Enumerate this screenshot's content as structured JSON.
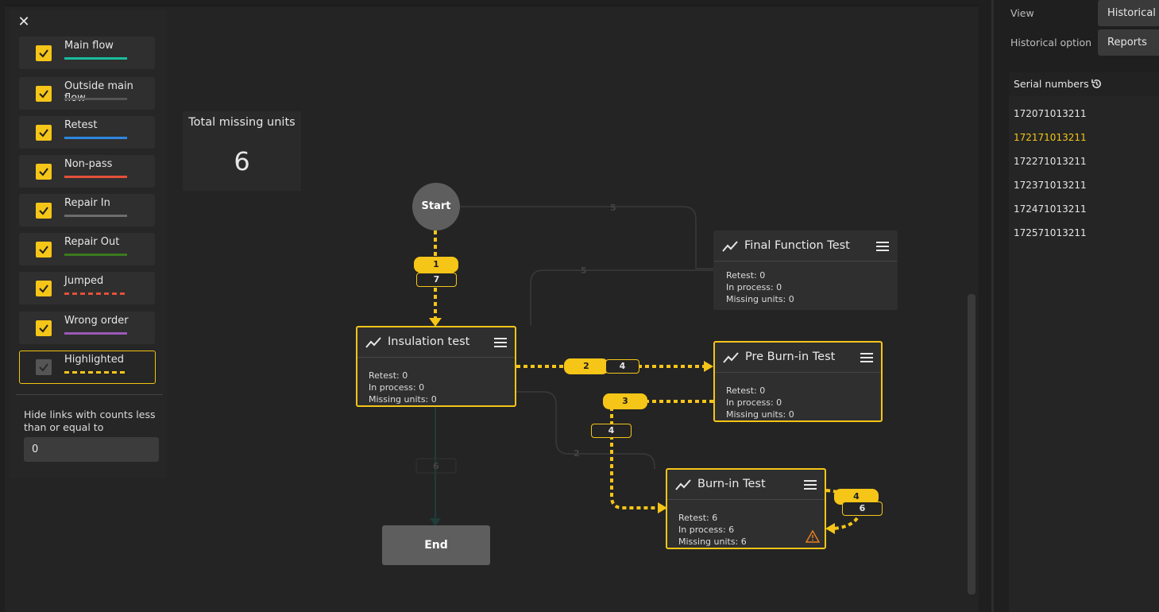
{
  "legend": {
    "items": [
      {
        "label": "Main flow",
        "color": "#1abc9c",
        "style": "solid",
        "checked": true
      },
      {
        "label": "Outside main flow",
        "color": "#555555",
        "style": "solid",
        "checked": true
      },
      {
        "label": "Retest",
        "color": "#2e86de",
        "style": "solid",
        "checked": true
      },
      {
        "label": "Non-pass",
        "color": "#e55039",
        "style": "solid",
        "checked": true
      },
      {
        "label": "Repair In",
        "color": "#6d6d6d",
        "style": "solid",
        "checked": true
      },
      {
        "label": "Repair Out",
        "color": "#3b7a1e",
        "style": "solid",
        "checked": true
      },
      {
        "label": "Jumped",
        "color": "#e55039",
        "style": "dashed",
        "checked": true
      },
      {
        "label": "Wrong order",
        "color": "#9b59b6",
        "style": "solid",
        "checked": true
      },
      {
        "label": "Highlighted",
        "color": "#f5c518",
        "style": "dashed",
        "checked": true
      }
    ],
    "hide_label": "Hide links with counts less than or equal to",
    "hide_value": "0"
  },
  "total": {
    "title": "Total missing units",
    "value": "6"
  },
  "graph": {
    "start_label": "Start",
    "end_label": "End",
    "nodes": {
      "insulation": {
        "title": "Insulation test",
        "retest": "Retest: 0",
        "in_process": "In process: 0",
        "missing": "Missing units: 0"
      },
      "final_function": {
        "title": "Final Function Test",
        "retest": "Retest: 0",
        "in_process": "In process: 0",
        "missing": "Missing units: 0"
      },
      "pre_burn_in": {
        "title": "Pre Burn-in Test",
        "retest": "Retest: 0",
        "in_process": "In process: 0",
        "missing": "Missing units: 0"
      },
      "burn_in": {
        "title": "Burn-in Test",
        "retest": "Retest: 6",
        "in_process": "In process: 6",
        "missing": "Missing units: 6"
      }
    },
    "links": {
      "start_insulation_order": "1",
      "start_insulation_count": "7",
      "insulation_pre_order": "2",
      "insulation_pre_count": "4",
      "pre_burn_order": "3",
      "pre_burn_count": "4",
      "burn_self_order": "4",
      "burn_self_count": "6",
      "ghost_start_final": "5",
      "ghost_insulation_final": "5",
      "ghost_insulation_burn": "2",
      "ghost_insulation_end": "6"
    }
  },
  "right_panel": {
    "view_label": "View",
    "view_value": "Historical",
    "historical_option_label": "Historical option",
    "historical_option_value": "Reports",
    "serial_title": "Serial numbers",
    "serials": [
      "172071013211",
      "172171013211",
      "172271013211",
      "172371013211",
      "172471013211",
      "172571013211"
    ],
    "active_serial_index": 1
  }
}
